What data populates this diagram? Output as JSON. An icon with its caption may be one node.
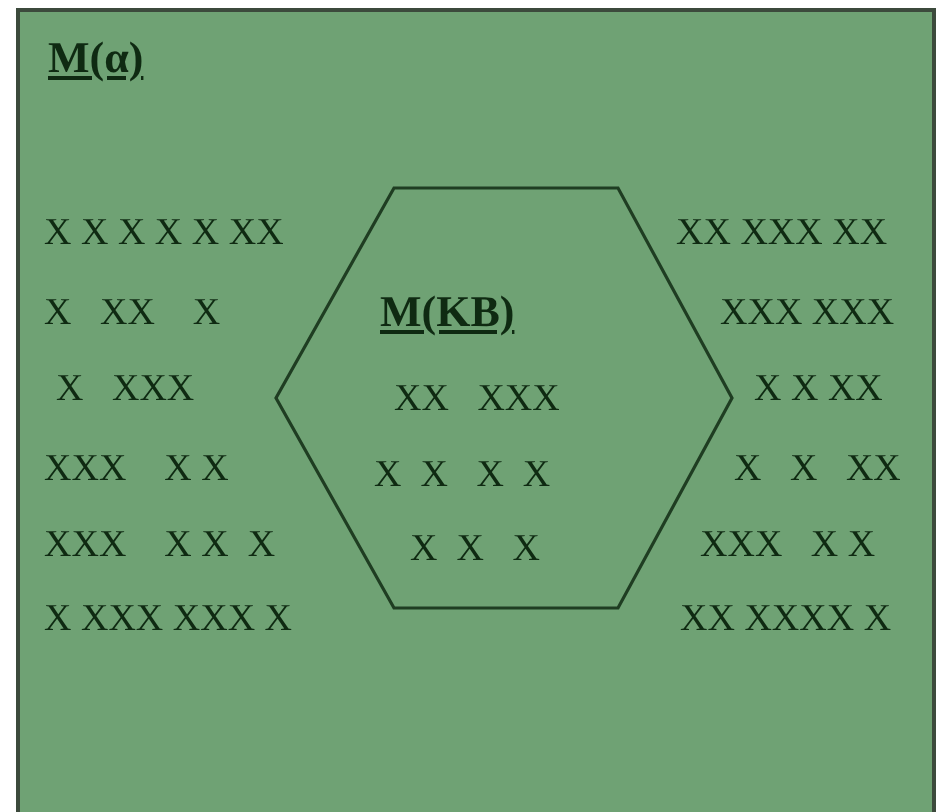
{
  "diagram": {
    "nodes": [
      {
        "text": [
          "M(α)"
        ]
      },
      {
        "text": [
          "M(KB)",
          "XX   XXX",
          "X  X   X  X",
          "X  X   X"
        ],
        "in": 0
      }
    ],
    "edges": [],
    "labels": [
      "X X X X X XX",
      "XX XXX XX",
      "X   XX    X",
      "XXX XXX",
      "X   XXX",
      "X X XX",
      "XXX    X X",
      "X   X   XX",
      "XXX    X X  X",
      "XXX   X X",
      "X XXX XXX X",
      "XX XXXX X"
    ]
  }
}
